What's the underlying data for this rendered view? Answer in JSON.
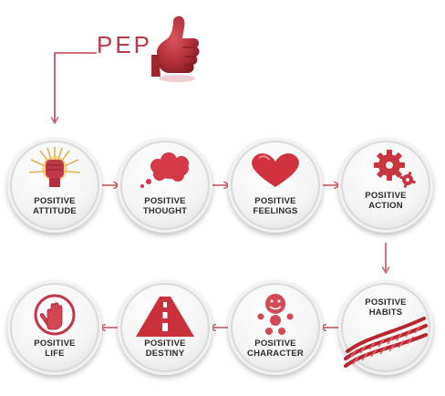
{
  "header": {
    "title": "PEP"
  },
  "nodes": [
    {
      "line1": "POSITIVE",
      "line2": "ATTITUDE",
      "icon": "raised-fist-icon"
    },
    {
      "line1": "POSITIVE",
      "line2": "THOUGHT",
      "icon": "thought-cloud-icon"
    },
    {
      "line1": "POSITIVE",
      "line2": "FEELINGS",
      "icon": "heart-icon"
    },
    {
      "line1": "POSITIVE",
      "line2": "ACTION",
      "icon": "gears-icon"
    },
    {
      "line1": "POSITIVE",
      "line2": "HABITS",
      "icon": "rope-icon"
    },
    {
      "line1": "POSITIVE",
      "line2": "CHARACTER",
      "icon": "smiley-figure-icon"
    },
    {
      "line1": "POSITIVE",
      "line2": "DESTINY",
      "icon": "road-icon"
    },
    {
      "line1": "POSITIVE",
      "line2": "LIFE",
      "icon": "open-hand-icon"
    }
  ],
  "colors": {
    "accent": "#c0404d",
    "arrow": "#c96a72",
    "text": "#2b2b2b"
  },
  "decorations": {
    "thumbs_up": "thumbs-up-icon"
  }
}
